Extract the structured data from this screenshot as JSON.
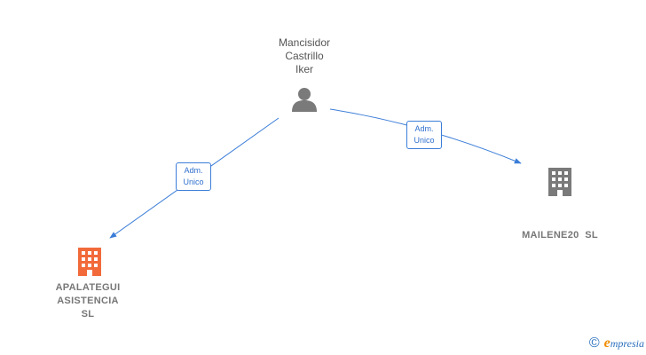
{
  "nodes": {
    "person": {
      "name_lines": [
        "Mancisidor",
        "Castrillo",
        "Iker"
      ],
      "icon": "person-icon",
      "color": "#7a7a7a"
    },
    "company_left": {
      "name_lines": [
        "APALATEGUI",
        "ASISTENCIA",
        "SL"
      ],
      "icon": "building-icon",
      "color": "#f26a3a"
    },
    "company_right": {
      "name_lines": [
        "MAILENE20  SL"
      ],
      "icon": "building-icon",
      "color": "#7a7a7a"
    }
  },
  "edges": {
    "to_left": {
      "role_lines": [
        "Adm.",
        "Unico"
      ]
    },
    "to_right": {
      "role_lines": [
        "Adm.",
        "Unico"
      ]
    }
  },
  "edge_color": "#3b7dd8",
  "brand": {
    "copyright": "©",
    "initial": "e",
    "rest": "mpresia"
  }
}
